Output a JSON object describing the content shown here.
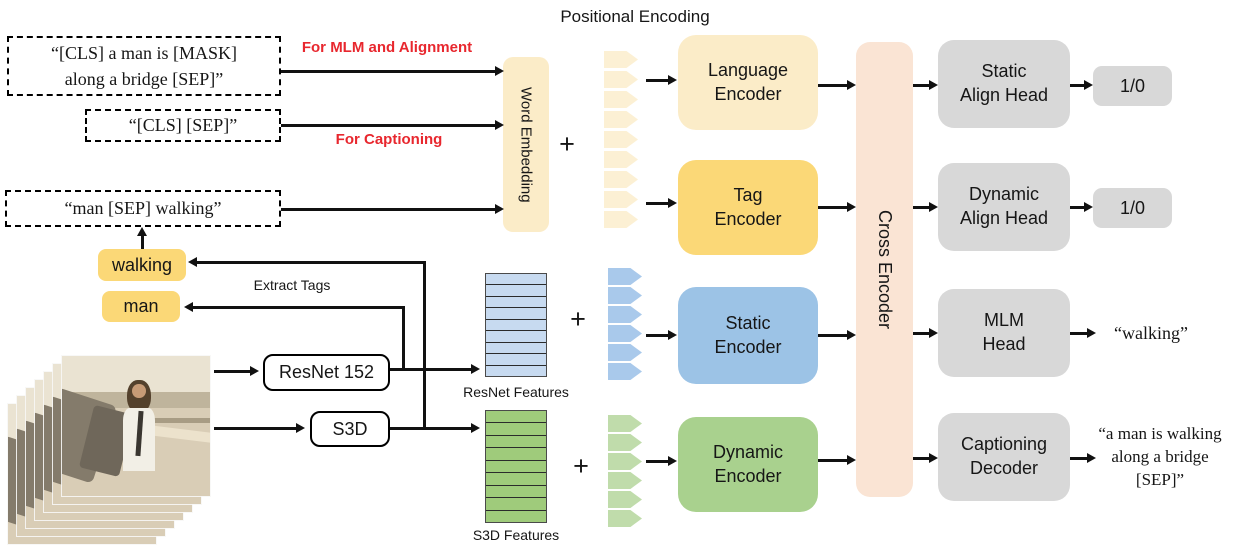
{
  "title": "Positional Encoding",
  "inputs": {
    "mlm_text": "“[CLS] a man is [MASK]\nalong a bridge [SEP]”",
    "caption_text": "“[CLS] [SEP]”",
    "tag_text": "“man [SEP] walking”"
  },
  "route_labels": {
    "mlm": "For MLM and Alignment",
    "captioning": "For Captioning"
  },
  "modules": {
    "word_embedding": "Word Embedding",
    "language_encoder": "Language\nEncoder",
    "tag_encoder": "Tag\nEncoder",
    "static_encoder": "Static\nEncoder",
    "dynamic_encoder": "Dynamic\nEncoder",
    "cross_encoder": "Cross Encoder",
    "static_align_head": "Static\nAlign Head",
    "dynamic_align_head": "Dynamic\nAlign Head",
    "mlm_head": "MLM\nHead",
    "captioning_decoder": "Captioning\nDecoder",
    "resnet": "ResNet 152",
    "s3d": "S3D"
  },
  "tags": {
    "tag1": "walking",
    "tag2": "man",
    "extract_label": "Extract Tags"
  },
  "features": {
    "resnet_label": "ResNet Features",
    "s3d_label": "S3D Features",
    "resnet_rows": 9,
    "s3d_rows": 9
  },
  "tokens": {
    "text_count": 9,
    "static_count": 6,
    "dynamic_count": 6
  },
  "video": {
    "frame_count": 7
  },
  "plus": "+",
  "outputs": {
    "static_align": "1/0",
    "dynamic_align": "1/0",
    "mlm": "“walking”",
    "caption": "“a man is walking\nalong a bridge\n[SEP]”"
  },
  "colors": {
    "cream": "#FBECC8",
    "cream_token": "#FCF0D4",
    "yellow": "#FBD877",
    "peach": "#FAE4D4",
    "gray": "#D8D8D8",
    "blue": "#9CC3E6",
    "blue_token": "#A9C9EB",
    "blue_row": "#C7DAF0",
    "green": "#A9D18E",
    "green_token": "#C0DCAB",
    "green_row": "#9FCB7B",
    "red_label": "#E8272E",
    "arrow": "#111111"
  }
}
